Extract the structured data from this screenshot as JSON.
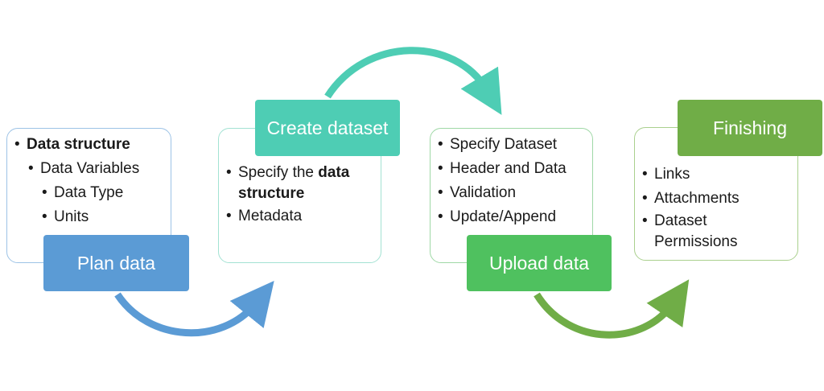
{
  "stages": [
    {
      "label": "Plan data",
      "color": "#5b9bd5",
      "border": "#9dc3e6",
      "items": [
        {
          "text": "Data structure",
          "level": 0,
          "bold": true
        },
        {
          "text": "Data Variables",
          "level": 1
        },
        {
          "text": "Data Type",
          "level": 2
        },
        {
          "text": "Units",
          "level": 2
        }
      ]
    },
    {
      "label": "Create dataset",
      "color": "#4ecdb4",
      "border": "#a3e2d3",
      "items": [
        {
          "prefix": "Specify the ",
          "bold_text": "data structure"
        },
        {
          "text": "Metadata"
        }
      ]
    },
    {
      "label": "Upload data",
      "color": "#4fc15f",
      "border": "#9fd8a6",
      "items": [
        {
          "text": "Specify Dataset"
        },
        {
          "text": "Header and Data"
        },
        {
          "text": "Validation"
        },
        {
          "text": "Update/Append"
        }
      ]
    },
    {
      "label": "Finishing",
      "color": "#70ad47",
      "border": "#aad08e",
      "items": [
        {
          "text": "Links"
        },
        {
          "text": "Attachments"
        },
        {
          "text": "Dataset Permissions"
        }
      ]
    }
  ],
  "arrows": {
    "blue": "#5b9bd5",
    "teal": "#4ecdb4",
    "green": "#70ad47"
  }
}
